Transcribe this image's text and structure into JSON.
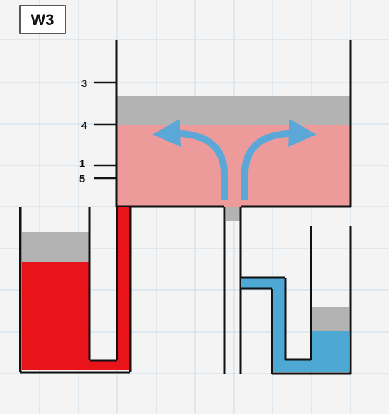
{
  "title": "W3",
  "level_labels": [
    "3",
    "4",
    "1",
    "5"
  ],
  "colors": {
    "background": "#f4f4f4",
    "grid": "#c9dbe8",
    "outline": "#111111",
    "red_liquid": "#e8141a",
    "pink_liquid": "#ec9a9a",
    "blue_liquid": "#4da8d4",
    "gas_layer": "#b3b3b3",
    "arrow": "#5ba8d8"
  },
  "icons": [
    "flow-arrow-left-icon",
    "flow-arrow-right-icon"
  ]
}
